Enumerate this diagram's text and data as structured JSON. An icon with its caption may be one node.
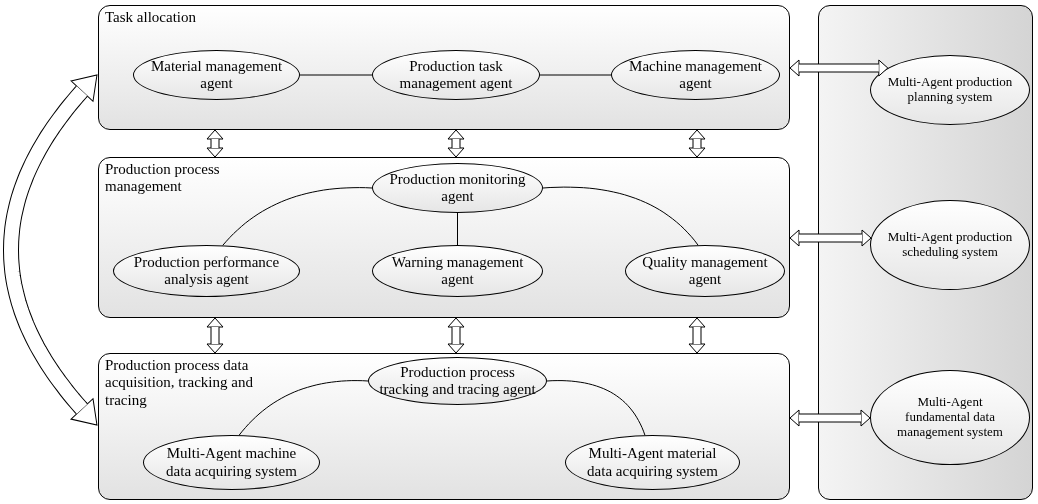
{
  "diagram": {
    "nodes": [
      {
        "text": [
          "Task allocation"
        ]
      },
      {
        "text": [
          "Material management agent"
        ],
        "in": 0
      },
      {
        "text": [
          "Production task management agent"
        ],
        "in": 0
      },
      {
        "text": [
          "Machine management agent"
        ],
        "in": 0
      },
      {
        "text": [
          "Production process management"
        ]
      },
      {
        "text": [
          "Production monitoring agent"
        ],
        "in": 4
      },
      {
        "text": [
          "Production performance analysis agent"
        ],
        "in": 4
      },
      {
        "text": [
          "Warning management agent"
        ],
        "in": 4
      },
      {
        "text": [
          "Quality management agent"
        ],
        "in": 4
      },
      {
        "text": [
          "Production process data acquisition, tracking and tracing"
        ]
      },
      {
        "text": [
          "Production process tracking and tracing agent"
        ],
        "in": 9
      },
      {
        "text": [
          "Multi-Agent machine data acquiring system"
        ],
        "in": 9
      },
      {
        "text": [
          "Multi-Agent material data acquiring system"
        ],
        "in": 9
      },
      {
        "text": [],
        "shape": "box"
      },
      {
        "text": [
          "Multi-Agent production planning system"
        ],
        "in": 13
      },
      {
        "text": [
          "Multi-Agent production scheduling system"
        ],
        "in": 13
      },
      {
        "text": [
          "Multi-Agent fundamental data management system"
        ],
        "in": 13
      }
    ],
    "edges": [
      {
        "from": 1,
        "to": 2,
        "arrow": "none"
      },
      {
        "from": 2,
        "to": 3,
        "arrow": "none"
      },
      {
        "from": 5,
        "to": 6,
        "arrow": "none"
      },
      {
        "from": 5,
        "to": 7,
        "arrow": "none"
      },
      {
        "from": 5,
        "to": 8,
        "arrow": "none"
      },
      {
        "from": 10,
        "to": 11,
        "arrow": "none"
      },
      {
        "from": 10,
        "to": 12,
        "arrow": "none"
      },
      {
        "from": 0,
        "to": 4,
        "arrow": "both"
      },
      {
        "from": 0,
        "to": 4,
        "arrow": "both"
      },
      {
        "from": 0,
        "to": 4,
        "arrow": "both"
      },
      {
        "from": 4,
        "to": 9,
        "arrow": "both"
      },
      {
        "from": 4,
        "to": 9,
        "arrow": "both"
      },
      {
        "from": 4,
        "to": 9,
        "arrow": "both"
      },
      {
        "from": 0,
        "to": 14,
        "arrow": "both"
      },
      {
        "from": 4,
        "to": 15,
        "arrow": "both"
      },
      {
        "from": 9,
        "to": 16,
        "arrow": "both"
      },
      {
        "from": 0,
        "to": 9,
        "arrow": "both"
      }
    ]
  }
}
